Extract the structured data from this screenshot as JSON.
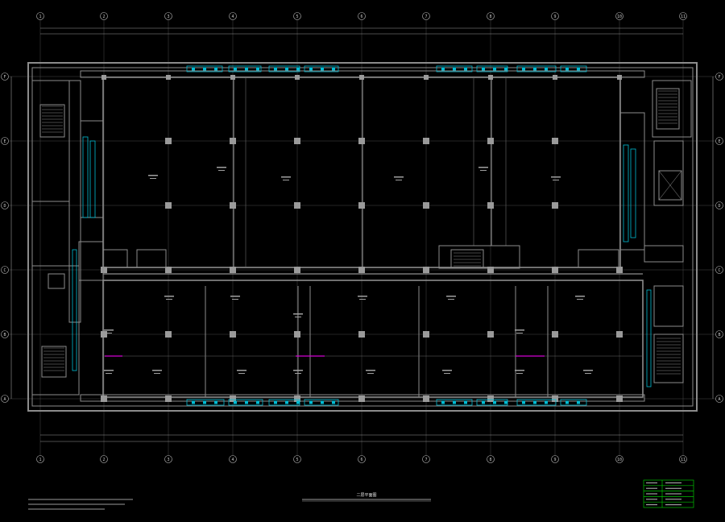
{
  "drawing": {
    "colors": {
      "background": "#000000",
      "wall": "#8c8c8c",
      "grid_line": "#555555",
      "equipment": "#00bcd4",
      "highlight": "#d400d4",
      "legend_border": "#00c000"
    },
    "grid_columns": [
      "1",
      "2",
      "3",
      "4",
      "5",
      "6",
      "7",
      "8",
      "9",
      "10",
      "11"
    ],
    "grid_rows": [
      "F",
      "E",
      "D",
      "C",
      "B",
      "A"
    ],
    "title": "二层平面图",
    "legend_rows": [
      [
        "",
        ""
      ],
      [
        "",
        ""
      ],
      [
        "",
        ""
      ],
      [
        "",
        ""
      ],
      [
        "",
        ""
      ]
    ]
  }
}
